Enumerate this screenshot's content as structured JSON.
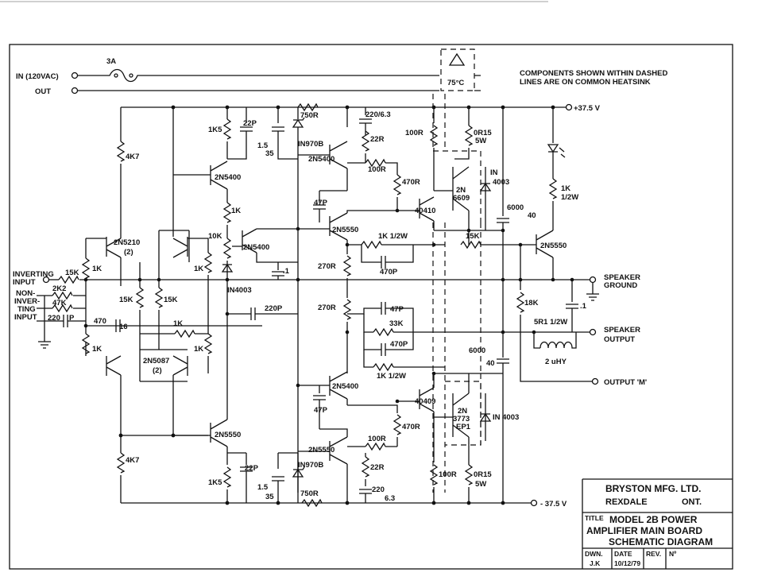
{
  "io": {
    "in_label": "IN (120VAC)",
    "out_label": "OUT",
    "fuse": "3A",
    "thermal": "75°C"
  },
  "note": {
    "line1": "COMPONENTS SHOWN WITHIN DASHED",
    "line2": "LINES ARE ON COMMON HEATSINK"
  },
  "rails": {
    "pos": "+37.5 V",
    "neg": "- 37.5 V"
  },
  "inputs": {
    "inverting_1": "INVERTING",
    "inverting_2": "INPUT",
    "noninv_1": "NON-",
    "noninv_2": "INVER-",
    "noninv_3": "TING",
    "noninv_4": "INPUT"
  },
  "outputs": {
    "spk_gnd_1": "SPEAKER",
    "spk_gnd_2": "GROUND",
    "spk_out_1": "SPEAKER",
    "spk_out_2": "OUTPUT",
    "out_m": "OUTPUT 'M'"
  },
  "components": {
    "r_4k7_top": "4K7",
    "r_4k7_bot": "4K7",
    "r_1k5_top": "1K5",
    "r_1k5_bot": "1K5",
    "c_22p_top": "22P",
    "c_22p_bot": "22P",
    "c_1_5_35_top_a": "1.5",
    "c_1_5_35_top_b": "35",
    "c_1_5_35_bot_a": "1.5",
    "c_1_5_35_bot_b": "35",
    "r_750_top": "750R",
    "r_750_bot": "750R",
    "z_top": "IN970B",
    "z_bot": "IN970B",
    "c_220_top": "220/6.3",
    "c_220_bot_a": "220",
    "c_220_bot_b": "6.3",
    "r_22_top": "22R",
    "r_22_bot": "22R",
    "r_100_top": "100R",
    "r_100_mid": "100R",
    "r_100_bot": "100R",
    "r_100_bot2": "100R",
    "r_470_top": "470R",
    "r_470_bot": "470R",
    "r_0r15_top_a": "0R15",
    "r_0r15_top_b": "5W",
    "r_0r15_bot_a": "0R15",
    "r_0r15_bot_b": "5W",
    "d_in4003_top_a": "IN",
    "d_in4003_top_b": "4003",
    "d_in4003_bot": "IN 4003",
    "c_6000_top_a": "6000",
    "c_6000_top_b": "40",
    "c_6000_bot_a": "6000",
    "c_6000_bot_b": "40",
    "q_2n5400_a": "2N5400",
    "q_2n5400_b": "2N5400",
    "q_2n5400_c": "2N5400",
    "q_2n5400_d": "2N5400",
    "q_2n5550_a": "2N5550",
    "q_2n5550_b": "2N5550",
    "q_2n5550_c": "2N5550",
    "q_2n5550_d": "2N5550",
    "q_2n5210_a": "2N5210",
    "q_2n5210_b": "(2)",
    "q_2n5087_a": "2N5087",
    "q_2n5087_b": "(2)",
    "q_40410": "40410",
    "q_40409": "40409",
    "q_6609_a": "2N",
    "q_6609_b": "6609",
    "q_3773_a": "2N",
    "q_3773_b": "3773",
    "q_3773_c": "EP1",
    "r_1k_a": "1K",
    "r_1k_b": "1K",
    "r_1k_c": "1K",
    "r_1k_d": "1K",
    "r_1k_e": "1K",
    "r_1k_f": "1K",
    "r_10k": "10K",
    "c_point1_a": ".1",
    "c_point1_b": ".1",
    "d_in4003_mid": "IN4003",
    "c_47p_a": "47P",
    "c_47p_b": "47P",
    "c_47p_c": "47P",
    "r_1k_1_2w_a": "1K  1/2W",
    "r_1k_1_2w_b": "1K 1/2W",
    "r_15k_a": "15K",
    "r_15k_b": "15K",
    "r_15k_c": "15K",
    "r_15k_d": "15K",
    "c_470p_a": "470P",
    "c_470p_b": "470P",
    "r_270_a": "270R",
    "r_270_b": "270R",
    "c_220p_mid": "220P",
    "r_33k": "33K",
    "r_18k": "18K",
    "r_5r1": "5R1 1/2W",
    "l_2uhy": "2 uHY",
    "r_2k2": "2K2",
    "r_47k": "47K",
    "c_220p_in": "220",
    "c_220p_in_b": "P",
    "c_470_16_a": "470",
    "c_470_16_b": "16",
    "r_1k_led": "1K",
    "r_1k_led_b": "1/2W"
  },
  "title_block": {
    "company": "BRYSTON MFG. LTD.",
    "city": "REXDALE",
    "province": "ONT.",
    "title_key": "TITLE",
    "title_1": "MODEL 2B  POWER",
    "title_2": "AMPLIFIER MAIN BOARD",
    "title_3": "SCHEMATIC DIAGRAM",
    "dwn_key": "DWN.",
    "dwn_val": "J.K",
    "date_key": "DATE",
    "date_val": "10/12/79",
    "rev_key": "REV.",
    "no_key": "Nº"
  }
}
